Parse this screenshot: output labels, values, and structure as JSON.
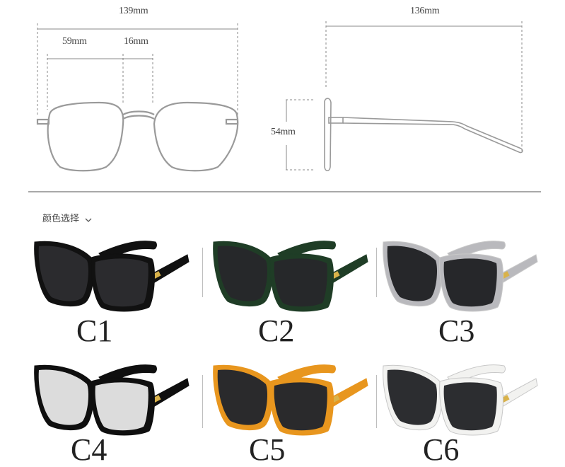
{
  "front_view": {
    "total_width": "139mm",
    "lens_width": "59mm",
    "bridge_width": "16mm"
  },
  "side_view": {
    "temple_length": "136mm",
    "lens_height": "54mm"
  },
  "color_select": {
    "label": "颜色选择",
    "chevron": "chevron-down-icon"
  },
  "variants": [
    {
      "code": "C1",
      "frame_color": "#111111",
      "lens_color": "#2b2b2e",
      "accent": "#d9b24a"
    },
    {
      "code": "C2",
      "frame_color": "#1f3d26",
      "lens_color": "#26282a",
      "accent": "#d9b24a"
    },
    {
      "code": "C3",
      "frame_color": "#b9b9bd",
      "lens_color": "#26272a",
      "accent": "#d9b24a"
    },
    {
      "code": "C4",
      "frame_color": "#0f0f0f",
      "lens_color": "#dcdcdc",
      "accent": "#d9b24a"
    },
    {
      "code": "C5",
      "frame_color": "#e8961e",
      "lens_color": "#2a2a2c",
      "accent": "#d9b24a"
    },
    {
      "code": "C6",
      "frame_color": "#f2f2f0",
      "lens_color": "#2c2d30",
      "accent": "#d9b24a"
    }
  ]
}
